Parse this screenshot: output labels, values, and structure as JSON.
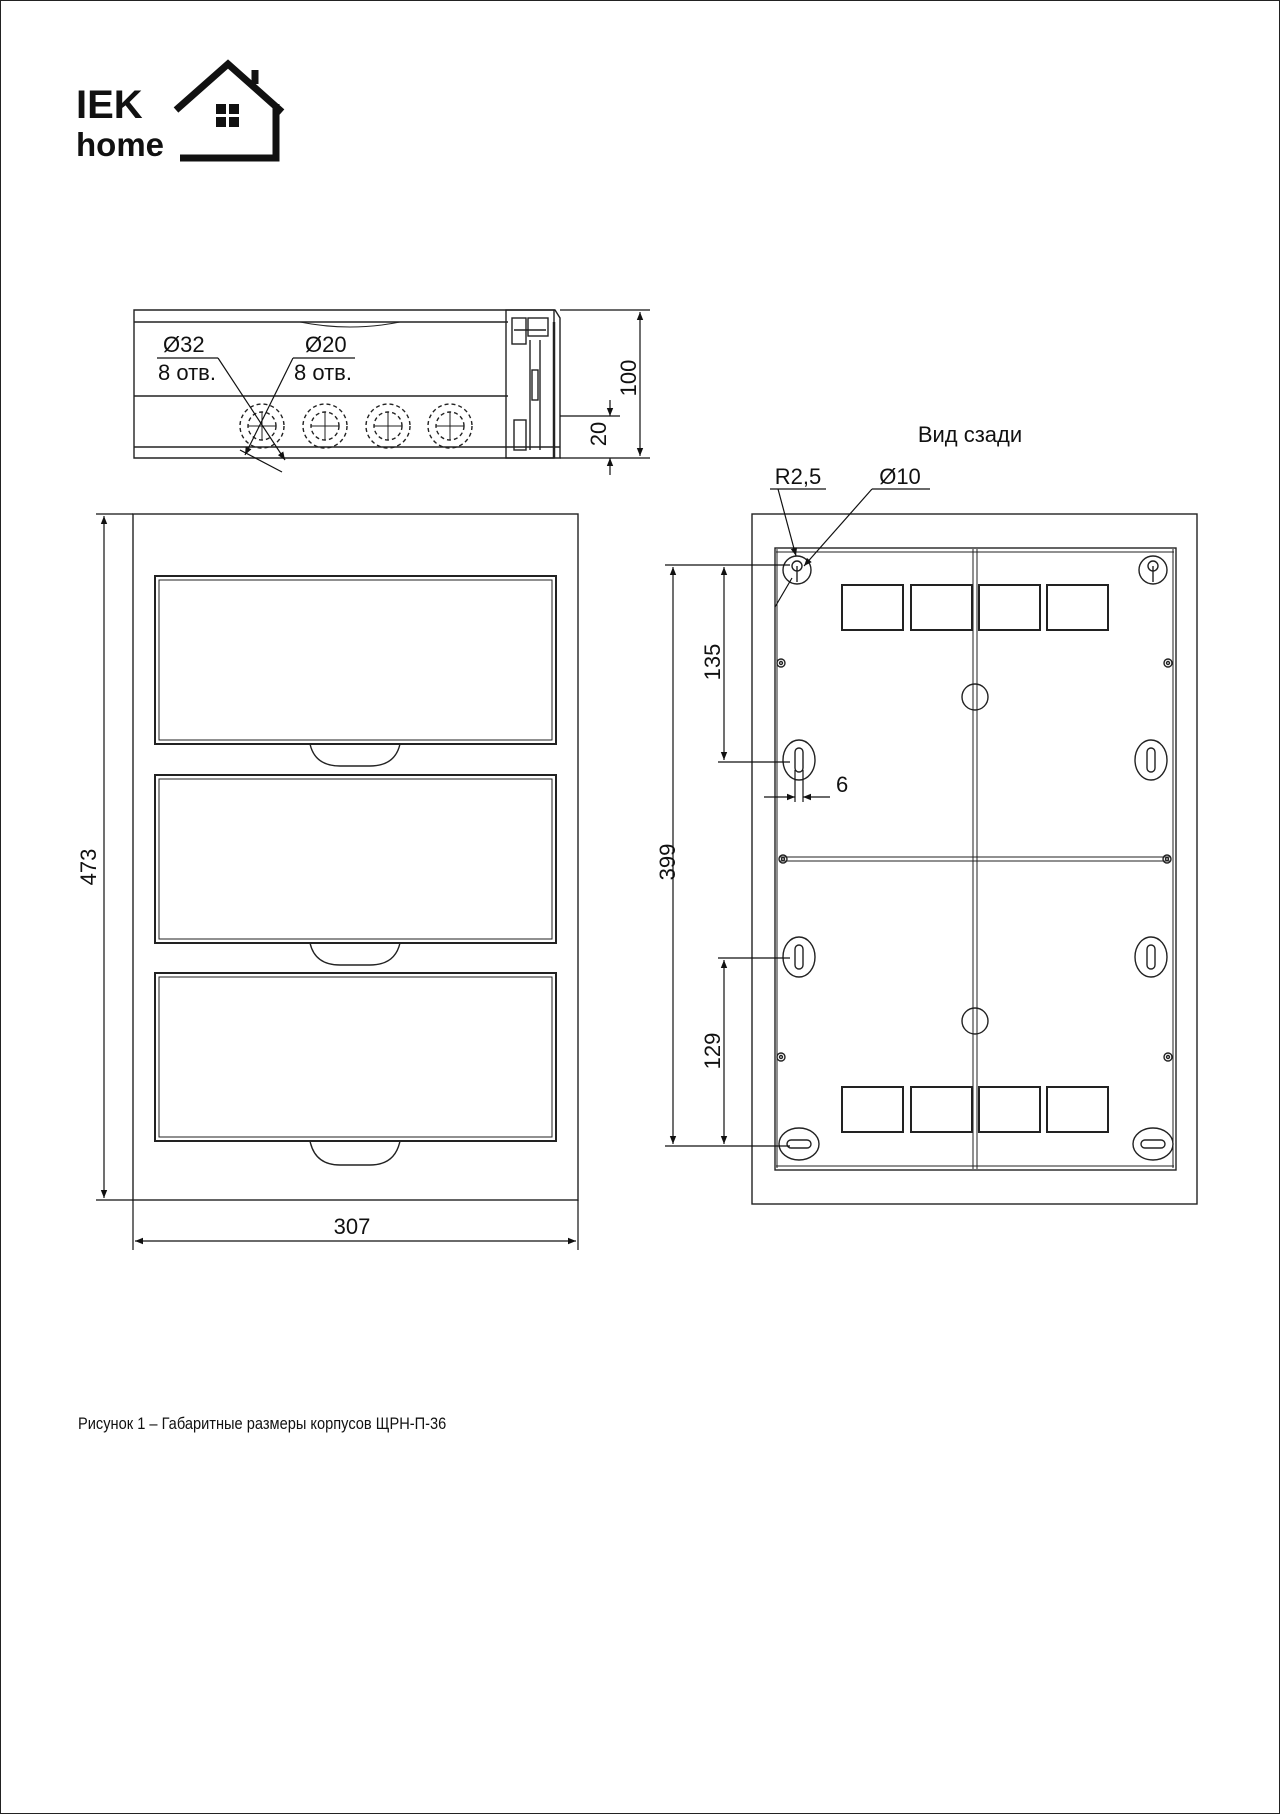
{
  "logo": {
    "brand": "IEK",
    "sub": "home"
  },
  "side_view": {
    "hole_large": {
      "diameter": "Ø32",
      "count": "8 отв."
    },
    "hole_small": {
      "diameter": "Ø20",
      "count": "8 отв."
    },
    "depth": "100",
    "offset": "20"
  },
  "front_view": {
    "height": "473",
    "width": "307"
  },
  "rear_view": {
    "title": "Вид сзади",
    "radius": "R2,5",
    "hole": "Ø10",
    "dim_total": "399",
    "dim_top": "135",
    "dim_bottom": "129",
    "slot_width": "6"
  },
  "caption": "Рисунок 1 – Габаритные размеры корпусов ЩРН-П-36"
}
